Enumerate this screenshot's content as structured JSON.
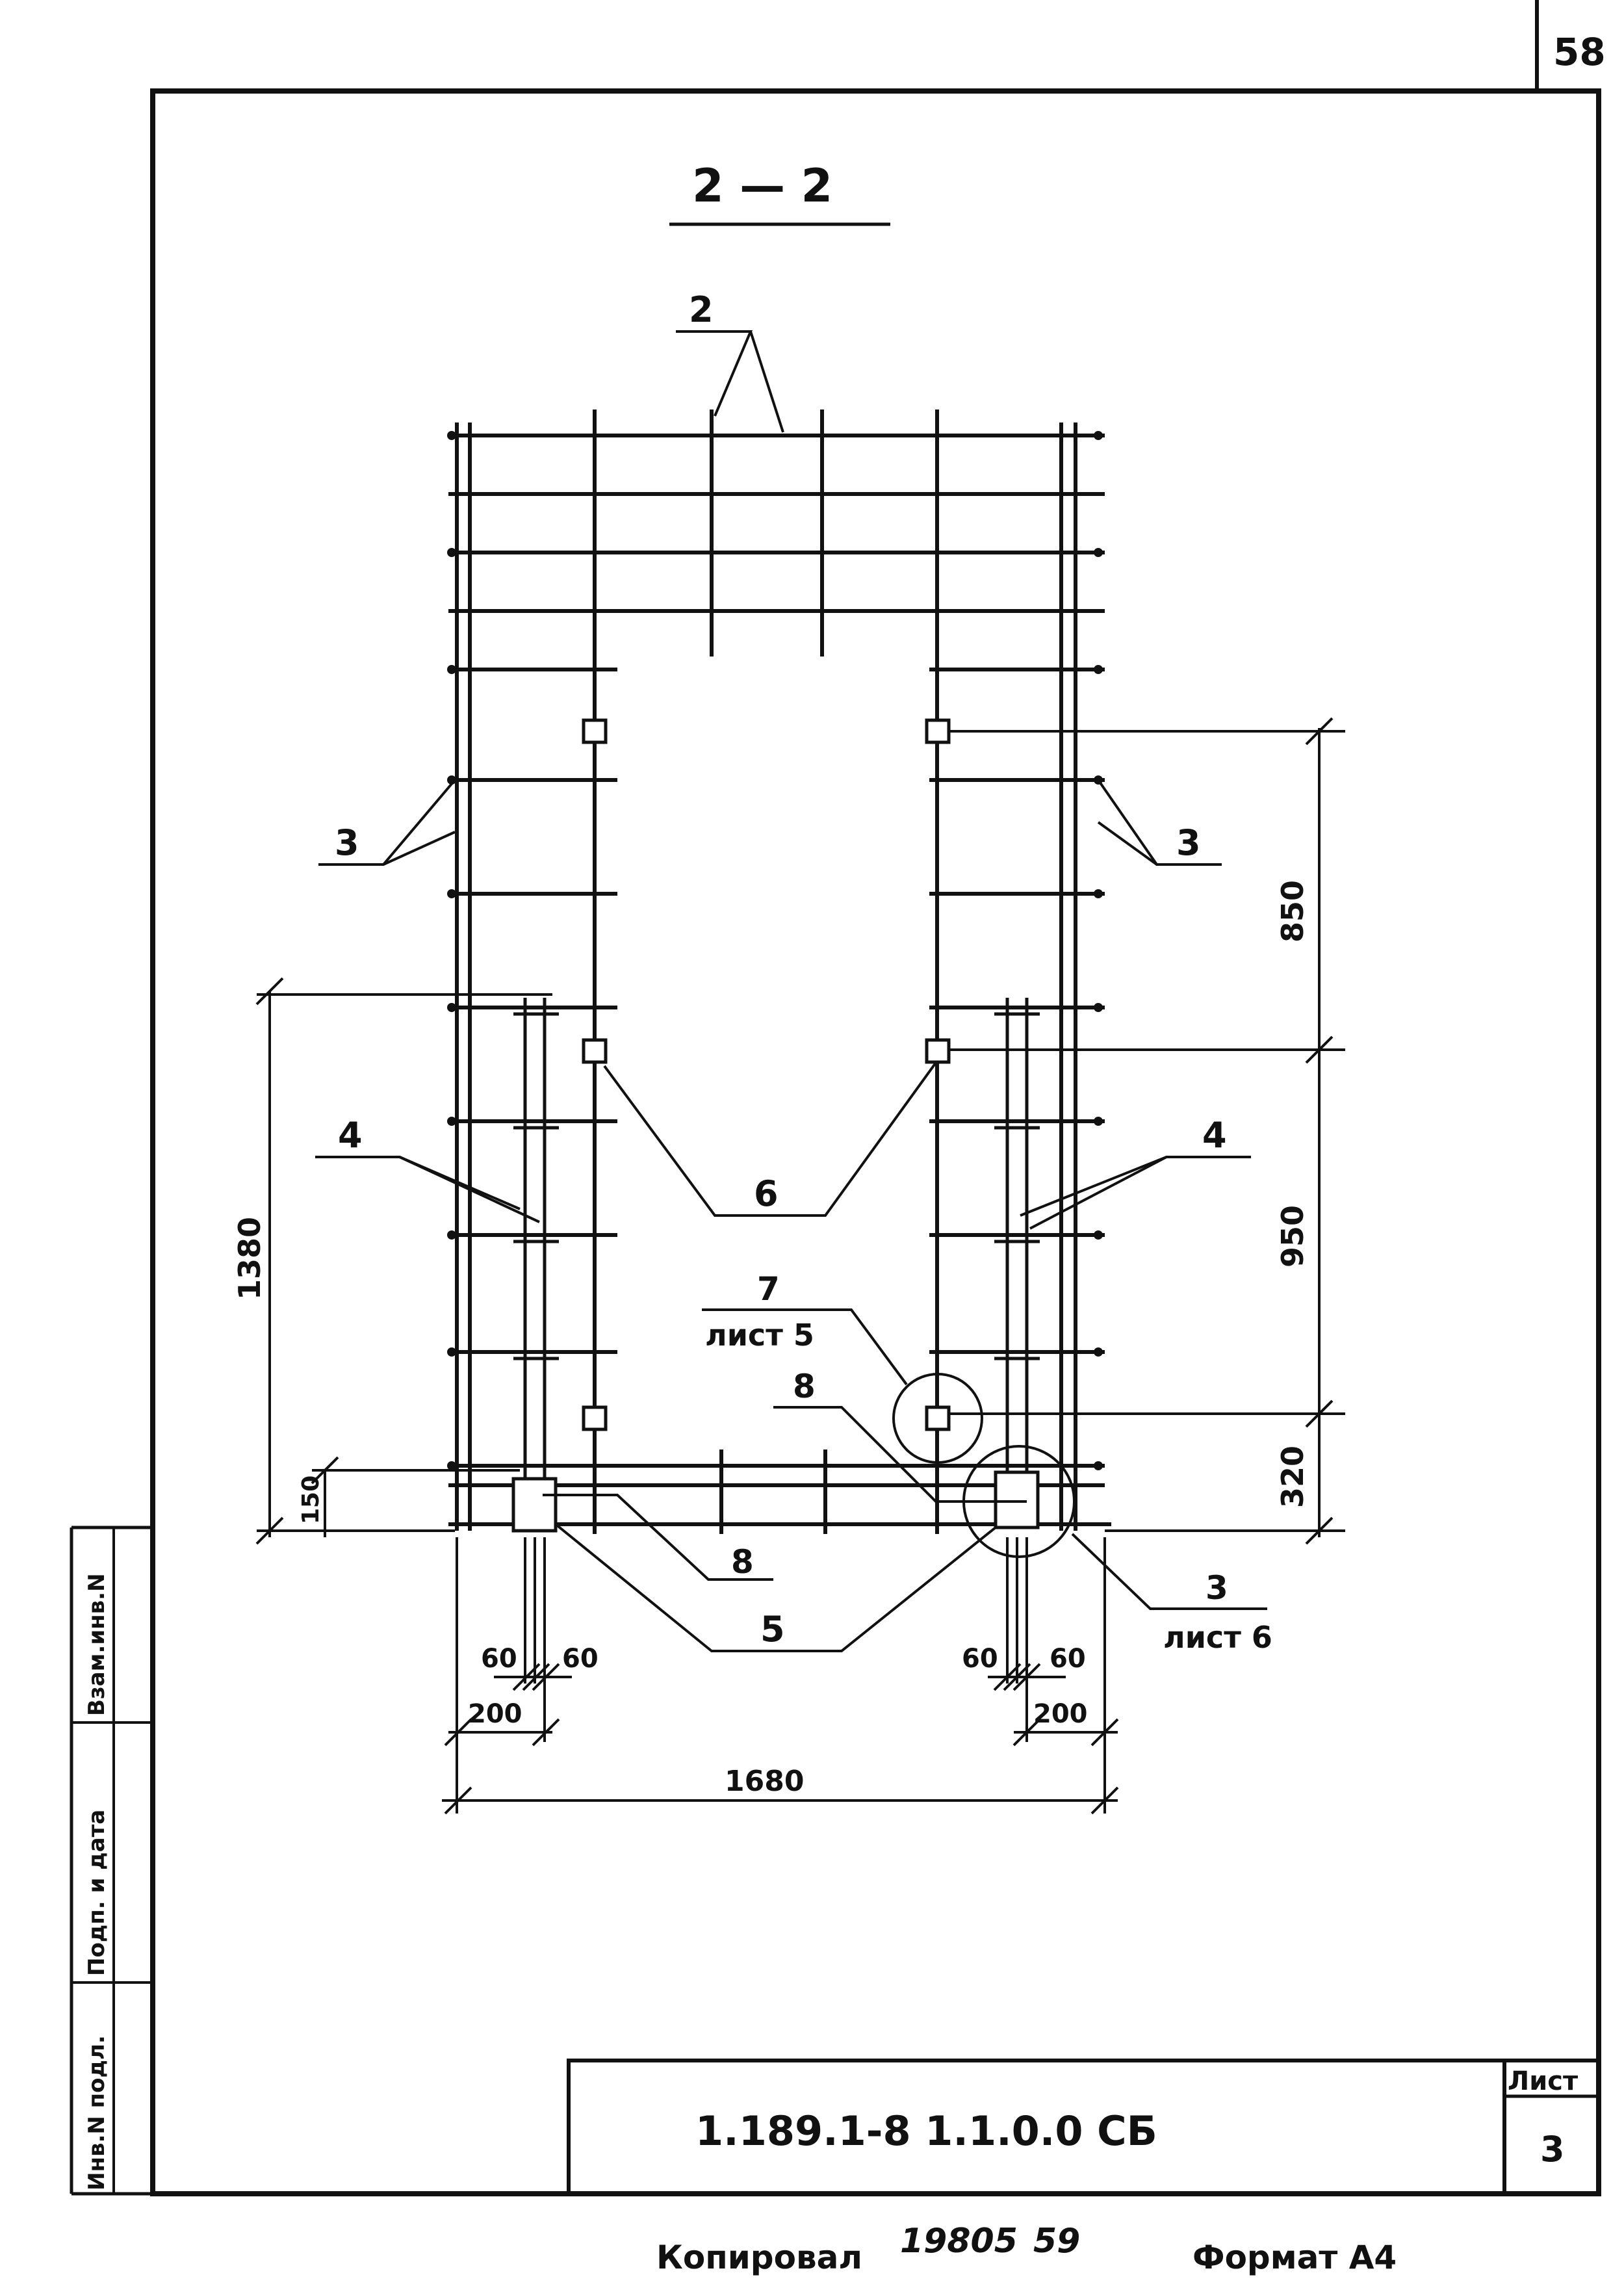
{
  "page_number": "58",
  "section_title": "2 — 2",
  "callouts": {
    "c2": "2",
    "c3_left": "3",
    "c3_right": "3",
    "c4_left": "4",
    "c4_right": "4",
    "c6": "6",
    "c7": "7",
    "c7_sheet": "лист 5",
    "c8_top": "8",
    "c8_bottom": "8",
    "c5": "5",
    "c3_detail": "3",
    "c3_sheet": "лист 6"
  },
  "dimensions": {
    "d850": "850",
    "d950": "950",
    "d320": "320",
    "d1380": "1380",
    "d150": "150",
    "d60_l1": "60",
    "d60_l2": "60",
    "d60_r1": "60",
    "d60_r2": "60",
    "d200_l": "200",
    "d200_r": "200",
    "d1680": "1680"
  },
  "side_stamp": {
    "col1": "Инв.N подл.",
    "col2": "Подп. и дата",
    "col3": "Взам.инв.N"
  },
  "title_block": {
    "designation": "1.189.1-8  1.1.0.0 СБ",
    "sheet_label": "Лист",
    "sheet_number": "3"
  },
  "footer": {
    "copied_label": "Копировал",
    "copy_number": "19805",
    "copy_number2": "59",
    "format_label": "Формат А4"
  }
}
